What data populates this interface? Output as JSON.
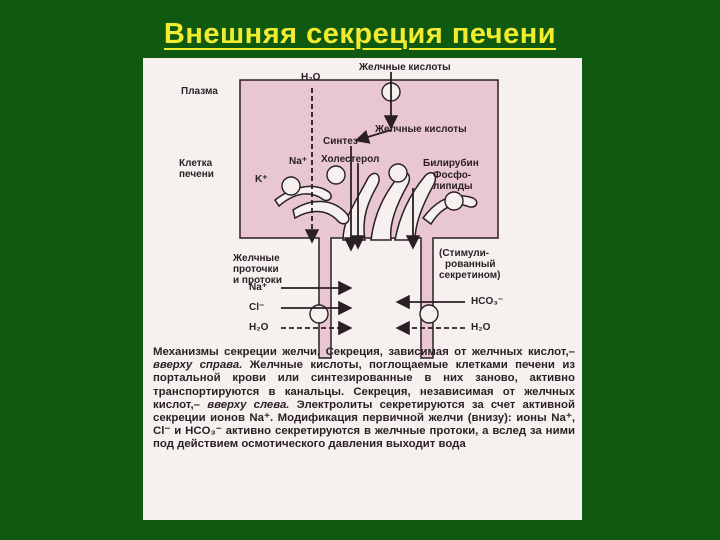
{
  "slide": {
    "title": "Внешняя секреция печени"
  },
  "figure": {
    "labels": {
      "plasma": "Плазма",
      "h2o_top": "H₂O",
      "bile_acids_top": "Желчные кислоты",
      "synthesis": "Синтез",
      "bile_acids_mid": "Желчные кислоты",
      "liver_cell_1": "Клетка",
      "liver_cell_2": "печени",
      "na_top": "Na⁺",
      "cholesterol": "Холестерол",
      "bilirubin": "Билирубин",
      "phospho_1": "Фосфо-",
      "phospho_2": "липиды",
      "k_plus": "K⁺",
      "ducts_1": "Желчные",
      "ducts_2": "проточки",
      "ducts_3": "и протоки",
      "stim_1": "(Стимули-",
      "stim_2": "рованный",
      "stim_3": "секретином)",
      "na_bottom": "Na⁺",
      "cl_bottom": "Cl⁻",
      "h2o_bottom_left": "H₂O",
      "hco3": "HCO₃⁻",
      "h2o_bottom_right": "H₂O"
    },
    "caption": {
      "part1": "Механизмы секреции желчи. Секреция, зависимая от желчных кислот,–",
      "ital1": "вверху справа.",
      "part2": " Желчные кислоты, поглощаемые клетками печени из портальной крови или синтезированные в них заново, активно транспортируются в канальцы. Секреция, независимая от желчных кислот,–",
      "ital2": "вверху слева.",
      "part3": " Электролиты секретируются за счет активной секреции ионов Na⁺. Модификация первичной желчи (внизу): ионы Na⁺, Cl⁻ и HCO₃⁻ активно секретируются в желчные протоки, а вслед за ними под действием осмотического давления выходит вода"
    }
  }
}
